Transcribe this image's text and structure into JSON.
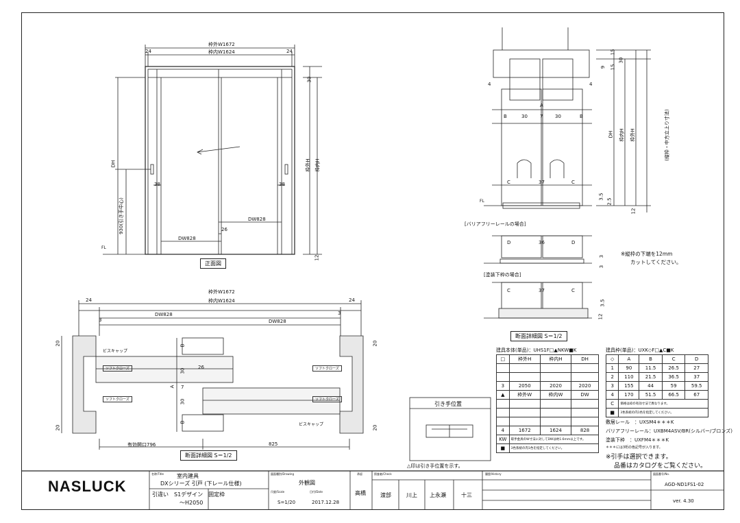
{
  "front_view": {
    "title": "正面図",
    "w_outer": "枠外W1672",
    "w_inner": "枠内W1624",
    "side_left": "24",
    "side_right": "24",
    "dh": "DH",
    "h_outer": "枠外H",
    "h_inner": "枠内H",
    "top_30": "30",
    "handle_h": "930(引き手中心)",
    "gap_left": "38",
    "gap_right": "38",
    "overlap": "26",
    "dw1": "DW828",
    "dw2": "DW828",
    "fl": "FL",
    "bottom_12": "12"
  },
  "plan_view": {
    "title": "断面詳細図 S＝1/2",
    "w_outer": "枠外W1672",
    "w_inner": "枠内W1624",
    "side_left": "24",
    "side_right": "24",
    "dw_top": "DW828",
    "dw_bottom": "DW828",
    "three_l": "3",
    "three_r": "3",
    "biscap_top": "ビスキャップ",
    "biscap_bottom": "ビスキャップ",
    "softclose": "ソフトクローズ",
    "overlap": "26",
    "dim_30a": "30",
    "dim_30b": "30",
    "dim_7": "7",
    "dim_a": "A",
    "dim_b1": "B",
    "dim_b2": "B",
    "dim_20a": "20",
    "dim_20b": "20",
    "dim_20c": "20",
    "dim_20d": "20",
    "opening": "有効開口796",
    "d825": "825"
  },
  "section_view": {
    "title": "断面詳細図 S＝1/2",
    "dim_4a": "4",
    "dim_4b": "4",
    "b_left": "B",
    "d30a": "30",
    "d7": "7",
    "d30b": "30",
    "b_right": "B",
    "a": "A",
    "c_left": "C",
    "d37": "37",
    "c_right": "C",
    "dh": "DH",
    "h_inner": "枠内H",
    "h_outer": "枠外H",
    "frame_note": "(縦枠・中方立上り寸法)",
    "d9": "9",
    "d15a": "15",
    "d15b": "15",
    "d30": "30",
    "d35": "3.5",
    "d25": "2.5",
    "d12": "12",
    "fl": "FL",
    "barrier_title": "[バリアフリーレールの場合]",
    "paint_title": "[塗装下枠の場合]",
    "d_l": "D",
    "d36": "36",
    "d_r": "D",
    "c2_l": "C",
    "d37b": "37",
    "c2_r": "C",
    "d3a": "3",
    "d3b": "3",
    "d35b": "3.5",
    "d12b": "12",
    "cut_note1": "※縦枠の下端を12mm",
    "cut_note2": "カットしてください。"
  },
  "handle_pos": {
    "title": "引き手位置",
    "note": "△印は引き手位置を示す。"
  },
  "table_left": {
    "title": "建具本体(単品)：UHS1F□▲NKW■K",
    "head": [
      "□",
      "枠外H",
      "枠内H",
      "DH"
    ],
    "row3": [
      "3",
      "2050",
      "2020",
      "2020"
    ],
    "head2": [
      "▲",
      "枠外W",
      "枠内W",
      "DW"
    ],
    "row4": [
      "4",
      "1672",
      "1624",
      "828"
    ],
    "kw": "KW",
    "kw_note": "取手金具のW寸法に対してDWは約1.6mm以上です。",
    "sq": "■",
    "sq_note": "3色系統の内1色を指定してください。"
  },
  "table_right": {
    "title": "建具枠(単品)：UXK◇F□▲C■K",
    "head": [
      "◇",
      "A",
      "B",
      "C",
      "D"
    ],
    "rows": [
      [
        "1",
        "90",
        "11.5",
        "26.5",
        "27"
      ],
      [
        "2",
        "110",
        "21.5",
        "36.5",
        "37"
      ],
      [
        "3",
        "155",
        "44",
        "59",
        "59.5"
      ],
      [
        "4",
        "170",
        "51.5",
        "66.5",
        "67"
      ]
    ],
    "c_label": "C",
    "c_note": "価格は枠の有効寸法で異なります。",
    "sq": "■",
    "sq_note": "3色系統の内1色を指定してください。",
    "notes": [
      "敷居レール　：UXSM4＊＊＊K",
      "バリアフリーレール：UXBM4ASV/BR(シルバー/ブロンズ)",
      "塗装下枠　：UXFM4＊＊＊K",
      "＊＊＊には3桁の色記号が入ります。",
      "※引手は選択できます。",
      "品番はカタログをご覧ください。"
    ]
  },
  "title_block": {
    "logo": "NASLUCK",
    "name_label": "名称/Title",
    "name1": "室内建具",
    "name2": "DXシリーズ 引戸 (下レール仕様)",
    "name3": "引違い　S1デザイン　固定枠",
    "name4": "～H2050",
    "drawing_label": "図面種別/Drawing",
    "drawing": "外観図",
    "scale_label": "尺度/Scale",
    "scale": "S=1/20",
    "date_label": "日付/Date",
    "date": "2017.12.28",
    "approve_label": "承認",
    "approve": "高橋",
    "check_label": "照査者/Check",
    "checkers": [
      "渡部",
      "川上",
      "上永瀬",
      "十三"
    ],
    "history_label": "履歴/History",
    "dwg_no_label": "図面番号/No.",
    "dwg_no": "AGD-ND1FS1-02",
    "version": "ver. 4.30"
  }
}
